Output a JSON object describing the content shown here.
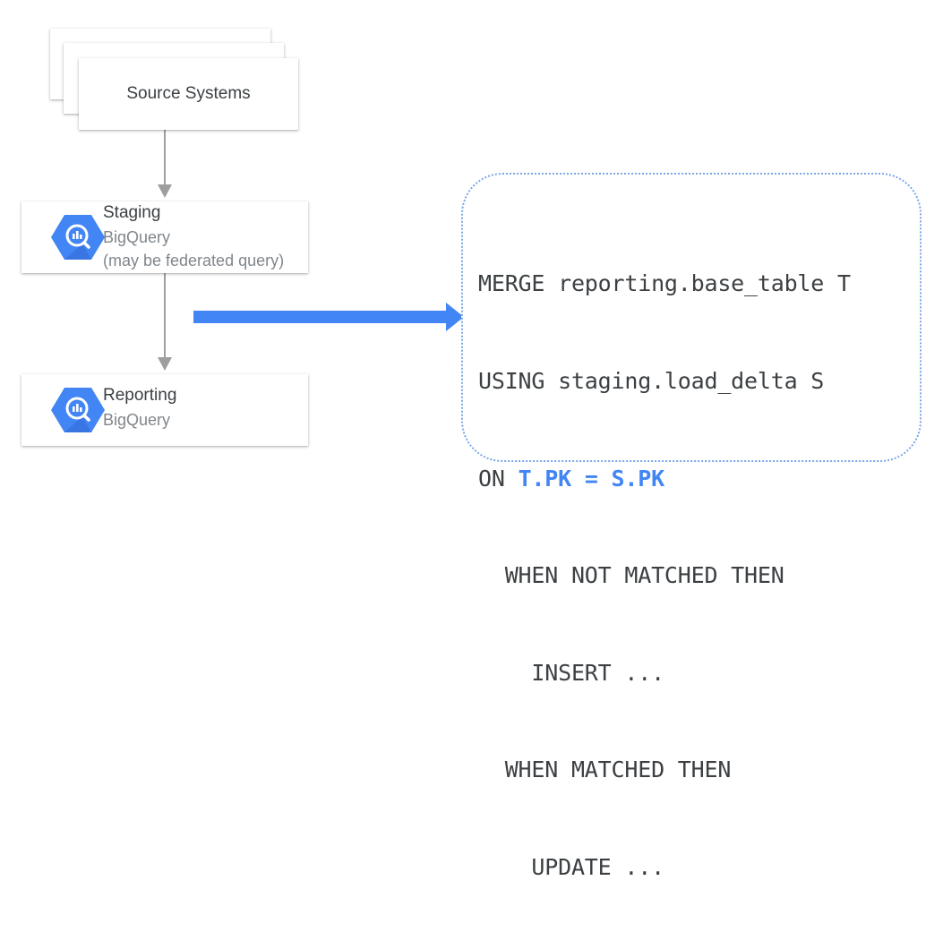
{
  "nodes": {
    "source": {
      "label": "Source Systems"
    },
    "staging": {
      "title": "Staging",
      "subtitle": "BigQuery",
      "note": "(may be federated query)",
      "icon": "bigquery-icon"
    },
    "reporting": {
      "title": "Reporting",
      "subtitle": "BigQuery",
      "icon": "bigquery-icon"
    }
  },
  "code": {
    "line1": "MERGE reporting.base_table T",
    "line2": "USING staging.load_delta S",
    "line3_prefix": "ON ",
    "line3_highlight": "T.PK = S.PK",
    "line4": "  WHEN NOT MATCHED THEN",
    "line5": "    INSERT ...",
    "line6": "  WHEN MATCHED THEN",
    "line7": "    UPDATE ..."
  },
  "colors": {
    "icon_blue": "#4285f4",
    "arrow_blue": "#4285f4",
    "connector_gray": "#9e9e9e",
    "code_border": "#7aa7e8",
    "highlight": "#4285f4"
  }
}
